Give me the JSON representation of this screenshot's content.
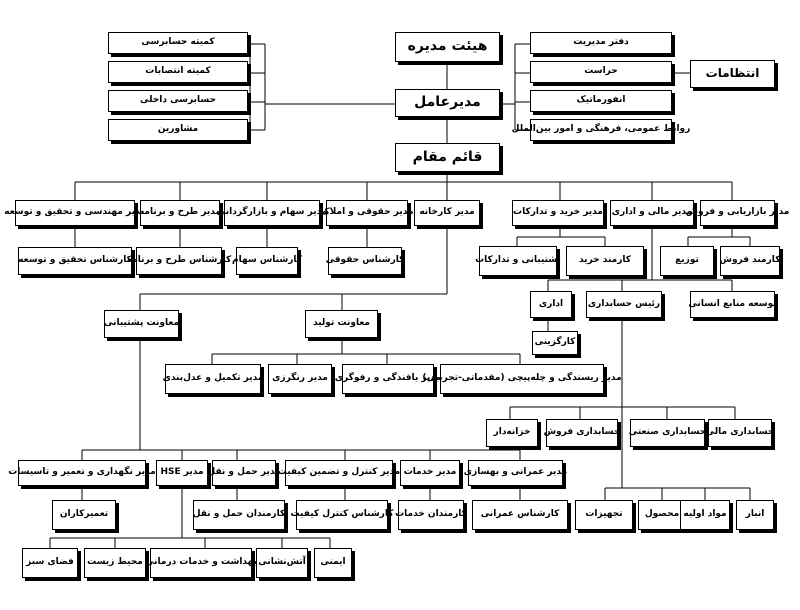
{
  "board": "هیئت مدیره",
  "ceo": "مدیرعامل",
  "deputy": "قائم مقام",
  "regulations": "انتظامات",
  "left_committees": [
    "کمیته حسابرسی",
    "کمیته انتصابات",
    "حسابرسی داخلی",
    "مشاورین"
  ],
  "right_units": [
    "دفتر مدیریت",
    "حراست",
    "انفورماتیک",
    "روابط عمومی، فرهنگی و امور بین‌الملل"
  ],
  "managers": {
    "engineering": "مدیر مهندسی و تحقیق و توسعه",
    "planning": "مدیر طرح و برنامه",
    "shares": "مدیر سهام و بازارگردانی",
    "legal": "مدیر حقوقی و املاک",
    "factory": "مدیر کارخانه",
    "procurement": "مدیر خرید و تدارکات",
    "finance_admin": "مدیر مالی و اداری",
    "marketing": "مدیر بازاریابی و فروش"
  },
  "experts": {
    "research": "کارشناس تحقیق و توسعه",
    "planning": "کارشناس طرح و برنامه",
    "shares": "کارشناس سهام",
    "legal": "کارشناس حقوقی",
    "support_logistics": "پشتیبانی و تدارکات",
    "purchase_clerk": "کارمند خرید",
    "distribution": "توزیع",
    "sales_clerk": "کارمند فروش"
  },
  "admin": "اداری",
  "personnel": "کارگزینی",
  "chief_accountant": "رئیس حسابداری",
  "hr_development": "توسعه منابع انسانی",
  "support_deputy": "معاونت پشتیبانی",
  "production_deputy": "معاونت تولید",
  "production_managers": [
    "مدیر تکمیل و عدل‌بندی",
    "مدیر رنگرزی",
    "مدیر بافندگی و رفوگری",
    "مدیر ریسندگی و چله‌پیچی (مقدماتی-تجربیی)"
  ],
  "accounting": [
    "خزانه‌دار",
    "حسابداری فروش",
    "حسابداری صنعتی",
    "حسابداری مالی"
  ],
  "support_managers": {
    "maintenance": "مدیر نگهداری و تعمیر و تاسیسات",
    "hse": "مدیر HSE",
    "transport": "مدیر حمل و نقل",
    "quality": "مدیر کنترل و تضمین کیفیت",
    "services": "مدیر خدمات",
    "civil": "مدیر عمرانی و بهسازی"
  },
  "support_staff": {
    "repairmen": "تعمیرکاران",
    "transport_staff": "کارمندان حمل و نقل",
    "quality_expert": "کارشناس کنترل کیفیت",
    "services_staff": "کارمندان خدمات",
    "civil_expert": "کارشناس عمرانی"
  },
  "warehouse": [
    "تجهیزات",
    "محصول",
    "مواد اولیه",
    "انبار"
  ],
  "hse_units": [
    "فضای سبز",
    "محیط زیست",
    "بهداشت و خدمات درمانی",
    "آتش‌نشانی",
    "ایمنی"
  ]
}
